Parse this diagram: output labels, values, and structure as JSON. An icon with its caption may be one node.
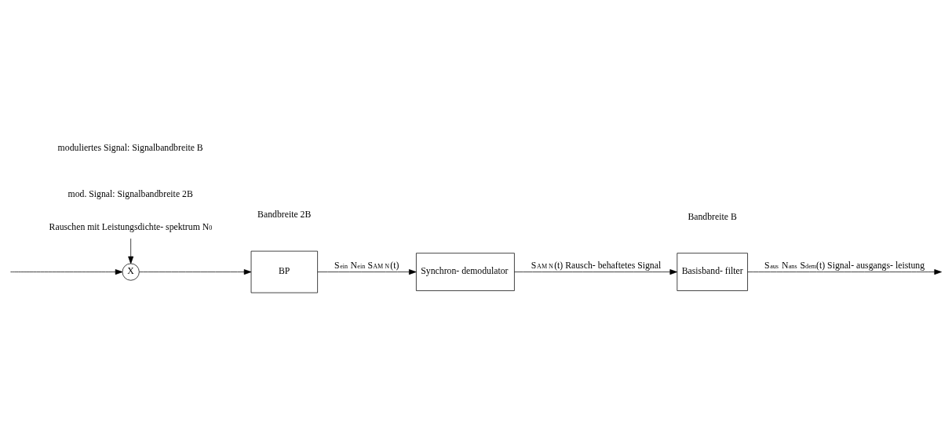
{
  "diagram": {
    "nodes": [
      {
        "text": [
          "X"
        ],
        "beside": [
          "moduliertes Signal: Signalbandbreite B",
          "mod. Signal: Signalbandbreite 2B"
        ]
      },
      {
        "text": [
          "Rauschen mit Leistungsdichte- spektrum N$_{0}$"
        ]
      },
      {
        "text": [
          "BP"
        ],
        "beside": [
          "Bandbreite 2B"
        ]
      },
      {
        "text": [
          "Synchron- demodulator"
        ]
      },
      {
        "text": [
          "Basisband- filter"
        ],
        "beside": [
          "Bandbreite B"
        ]
      }
    ],
    "edges": [
      {
        "from": null,
        "to": 0,
        "arrow": "to"
      },
      {
        "from": 1,
        "to": 0,
        "arrow": "to"
      },
      {
        "from": 0,
        "to": 2,
        "arrow": "to"
      },
      {
        "from": 2,
        "to": 3,
        "arrow": "to",
        "label": "S$_{ein}$ N$_{ein}$ S$_{AM N}$(t)"
      },
      {
        "from": 3,
        "to": 4,
        "arrow": "to",
        "label": "S$_{AM N}$(t) Rausch- behaftetes Signal"
      },
      {
        "from": 4,
        "to": null,
        "arrow": "to",
        "label": "S$_{aus}$ N$_{ans}$ S$_{dem}$(t) Signal- ausgangs- leistung"
      }
    ]
  }
}
